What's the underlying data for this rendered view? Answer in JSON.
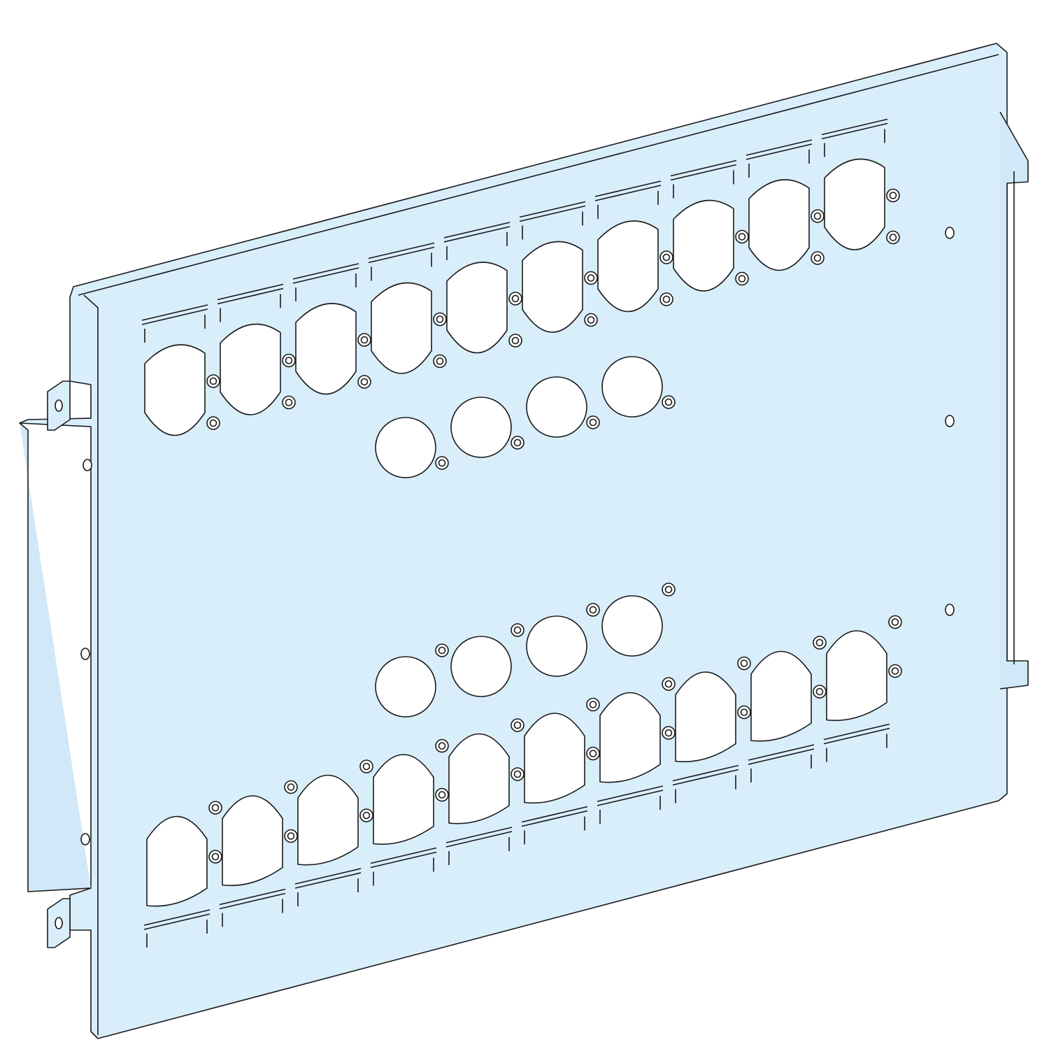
{
  "colors": {
    "plate_fill": "#d9eefb",
    "plate_edge": "#d0e8f7",
    "stroke": "#1a1a1a",
    "cutout_fill": "#ffffff",
    "background": "#ffffff"
  },
  "plate": {
    "upper_slot_count": 10,
    "lower_slot_count": 10,
    "upper_round_hole_count": 4,
    "lower_round_hole_count": 4,
    "mounting_hole_count": 6
  }
}
